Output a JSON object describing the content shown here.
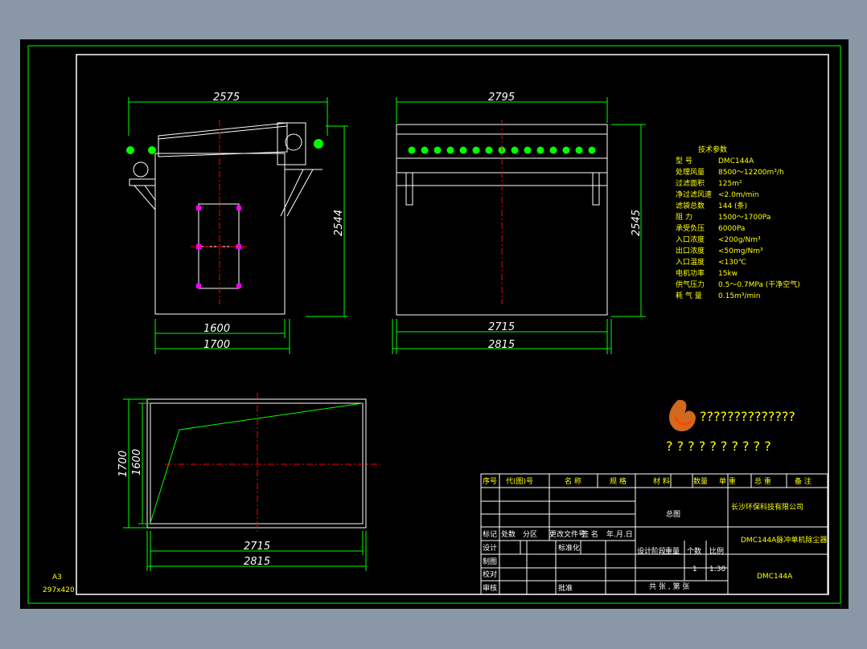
{
  "colors": {
    "frame": "#00ff00",
    "line": "#ffffff",
    "centerline": "#ff0000",
    "text": "#ffff00",
    "dim_line": "#00ff00",
    "background": "#000000"
  },
  "dimensions": {
    "side_top": "2575",
    "side_height": "2544",
    "side_bottom_inner": "1600",
    "side_bottom_outer": "1700",
    "front_top": "2795",
    "front_height": "2545",
    "front_bottom_inner": "2715",
    "front_bottom_outer": "2815",
    "plan_left_outer": "1700",
    "plan_left_inner": "1600",
    "plan_bottom_inner": "2715",
    "plan_bottom_outer": "2815"
  },
  "specs": {
    "title": "技术参数",
    "rows": [
      {
        "label": "型    号",
        "value": "DMC144A"
      },
      {
        "label": "处理风量",
        "value": "8500～12200m³/h"
      },
      {
        "label": "过滤面积",
        "value": "125m²"
      },
      {
        "label": "净过滤风速",
        "value": "<2.0m/min"
      },
      {
        "label": "滤袋总数",
        "value": "144 (条)"
      },
      {
        "label": "阻    力",
        "value": "1500～1700Pa"
      },
      {
        "label": "承受负压",
        "value": "6000Pa"
      },
      {
        "label": "入口浓度",
        "value": "<200g/Nm³"
      },
      {
        "label": "出口浓度",
        "value": "<50mg/Nm³"
      },
      {
        "label": "入口温度",
        "value": "<130℃"
      },
      {
        "label": "电机功率",
        "value": "15kw"
      },
      {
        "label": "供气压力",
        "value": "0.5～0.7MPa (干净空气)"
      },
      {
        "label": "耗 气 量",
        "value": "0.15m³/min"
      }
    ]
  },
  "logo": {
    "line1": "??????????????",
    "line2": "? ? ? ? ? ? ? ? ? ?"
  },
  "sheet": {
    "size": "A3",
    "format": "297x420"
  },
  "title_block": {
    "header": [
      "序号",
      "代(图)号",
      "名  称",
      "规  格",
      "材  料",
      "数量",
      "单 重",
      "总 重",
      "备 注"
    ],
    "drawing_name": "总图",
    "company": "长沙环保科技有限公司",
    "product": "DMC144A脉冲单机除尘器",
    "code": "DMC144A",
    "rev_cols": [
      "标记",
      "处数",
      "分区",
      "更改文件号",
      "签 名",
      "年.月.日"
    ],
    "role_labels": [
      "设计",
      "制图",
      "校对",
      "审核"
    ],
    "standardize": "标准化",
    "approve": "批准",
    "stage": "设计阶段",
    "weight": "重量",
    "count": "个数",
    "scale": "比例",
    "count_value": "1",
    "scale_value": "1:30",
    "sheets": "共   张 , 第   张"
  }
}
